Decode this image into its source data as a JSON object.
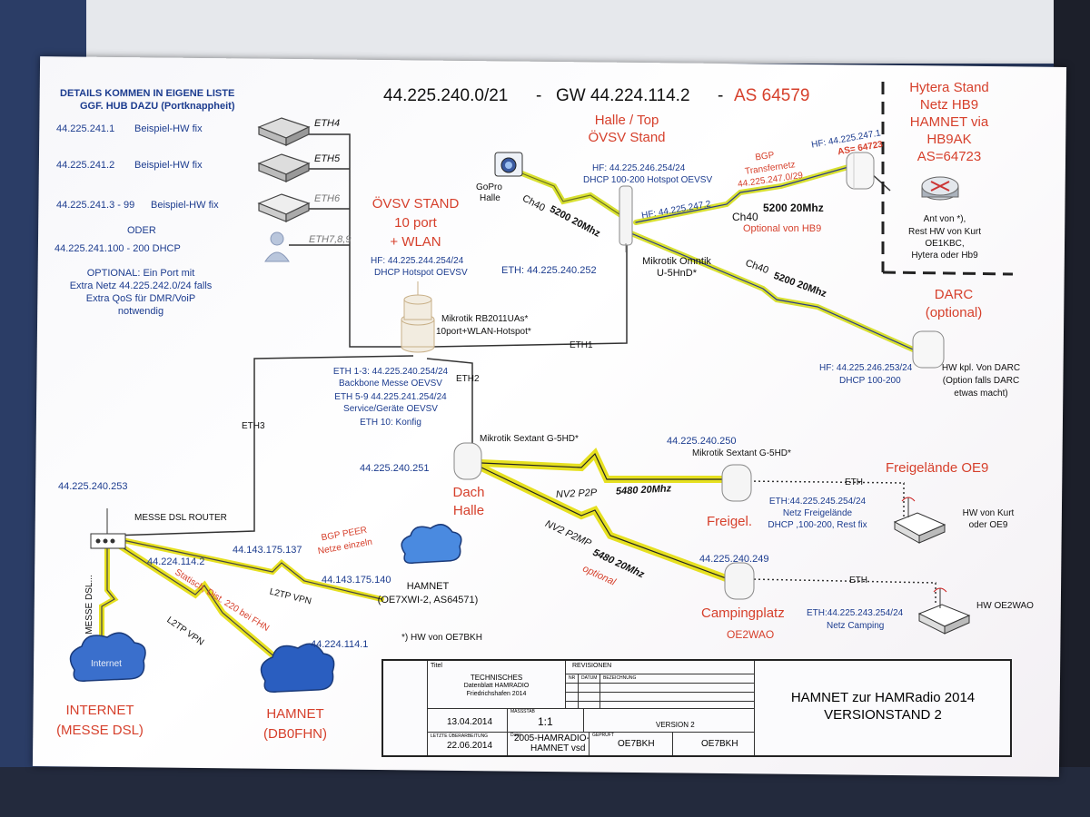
{
  "header": {
    "network": "44.225.240.0/21",
    "sep1": "-",
    "gateway": "GW 44.224.114.2",
    "sep2": "-",
    "as": "AS 64579"
  },
  "details": {
    "line1": "DETAILS KOMMEN IN EIGENE LISTE",
    "line2": "GGF. HUB DAZU (Portknappheit)",
    "items": [
      {
        "ip": "44.225.241.1",
        "desc": "Beispiel-HW  fix"
      },
      {
        "ip": "44.225.241.2",
        "desc": "Beispiel-HW  fix"
      },
      {
        "ip": "44.225.241.3 - 99",
        "desc": "Beispiel-HW fix"
      }
    ],
    "oder": "ODER",
    "dhcp": "44.225.241.100 - 200   DHCP",
    "optional": [
      "OPTIONAL: Ein Port mit",
      "Extra Netz 44.225.242.0/24 falls",
      "Extra QoS für DMR/VoiP",
      "notwendig"
    ]
  },
  "ports": {
    "eth4": "ETH4",
    "eth5": "ETH5",
    "eth6": "ETH6",
    "eth789": "ETH7,8,9",
    "eth1": "ETH1",
    "eth2": "ETH2",
    "eth3": "ETH3"
  },
  "ovsv": {
    "title": [
      "ÖVSV STAND",
      "10 port",
      "+ WLAN"
    ],
    "hf": "HF: 44.225.244.254/24",
    "dhcp": "DHCP Hotspot OEVSV",
    "router": [
      "Mikrotik RB2011UAs*",
      "10port+WLAN-Hotspot*"
    ],
    "eth_info": [
      "ETH 1-3: 44.225.240.254/24",
      "Backbone Messe OEVSV",
      "ETH 5-9 44.225.241.254/24",
      "Service/Geräte OEVSV",
      "ETH 10: Konfig"
    ]
  },
  "halle": {
    "title": [
      "Halle / Top",
      "ÖVSV Stand"
    ],
    "gopro": [
      "GoPro",
      "Halle"
    ],
    "hf": "HF: 44.225.246.254/24",
    "dhcp": "DHCP 100-200 Hotspot OEVSV",
    "link1": "HF: 44.225.247.2",
    "eth": "ETH: 44.225.240.252",
    "omnitik": [
      "Mikrotik Omntik",
      "U-5HnD*"
    ],
    "ch_gopro": "Ch40",
    "ch_gopro_freq": "5200 20Mhz"
  },
  "bgp": {
    "lines": [
      "BGP",
      "Transfernetz",
      "44.225.247.0/29"
    ],
    "hf": "HF: 44.225.247.1",
    "as": "AS= 64723",
    "ch": "Ch40",
    "ch_freq": "5200 20Mhz",
    "optional": "Optional von HB9"
  },
  "hytera": {
    "title": [
      "Hytera Stand",
      "Netz HB9",
      "HAMNET via",
      "HB9AK",
      "AS=64723"
    ],
    "note": [
      "Ant von *),",
      "Rest HW von Kurt",
      "OE1KBC,",
      "Hytera oder Hb9"
    ]
  },
  "darc": {
    "title": [
      "DARC",
      "(optional)"
    ],
    "ch": "Ch40",
    "ch_freq": "5200 20Mhz",
    "hf": "HF: 44.225.246.253/24",
    "dhcp": "DHCP 100-200",
    "note": [
      "HW kpl. Von DARC",
      "(Option falls DARC",
      "etwas macht)"
    ]
  },
  "dach": {
    "device": "Mikrotik Sextant G-5HD*",
    "ip": "44.225.240.251",
    "label": [
      "Dach",
      "Halle"
    ]
  },
  "freigel": {
    "ip": "44.225.240.250",
    "device": "Mikrotik Sextant G-5HD*",
    "label": "Freigel.",
    "title": "Freigelände OE9",
    "eth": "ETH",
    "net": [
      "ETH:44.225.245.254/24",
      "Netz Freigelände",
      "DHCP ,100-200, Rest fix"
    ],
    "hw": [
      "HW von Kurt",
      "oder OE9"
    ],
    "link_type": "NV2  P2P",
    "link_freq": "5480 20Mhz"
  },
  "camping": {
    "ip": "44.225.240.249",
    "label": "Campingplatz",
    "sub": "OE2WAO",
    "eth": "ETH",
    "net": [
      "ETH:44.225.243.254/24",
      "Netz Camping"
    ],
    "hw": "HW OE2WAO",
    "link_type": "NV2  P2MP",
    "link_freq": "5480 20Mhz",
    "optional": "optional"
  },
  "messe": {
    "ip": "44.225.240.253",
    "router": "MESSE DSL ROUTER",
    "dsl": "MESSE DSL...",
    "gw": "44.224.114.2",
    "static": "Statisch, Dist. 220 bei FHN",
    "l2tp": "L2TP VPN"
  },
  "bgppeer": {
    "title": [
      "BGP PEER",
      "Netze einzeln"
    ],
    "ip1": "44.143.175.137",
    "ip2": "44.143.175.140",
    "l2tp": "L2TP VPN",
    "hamnet": [
      "HAMNET",
      "(OE7XWI-2, AS64571)"
    ]
  },
  "internet": {
    "cloud": "Internet",
    "label": [
      "INTERNET",
      "(MESSE DSL)"
    ]
  },
  "dbofhn": {
    "ip": "44.224.114.1",
    "label": [
      "HAMNET",
      "(DB0FHN)"
    ]
  },
  "footnote": "*) HW von OE7BKH",
  "titleblock": {
    "titel_label": "Titel",
    "doc": [
      "TECHNISCHES",
      "Datenblatt HAMRADIO",
      "Friedrichshafen 2014"
    ],
    "revisionen": "REVISIONEN",
    "rev_nr": "NR",
    "rev_datum": "DATUM",
    "rev_bez": "BEZEICHNUNG",
    "date1": "13.04.2014",
    "massstab_label": "MASSSTAB",
    "scale": "1:1",
    "version": "VERSION 2",
    "letzte_label": "LETZTE ÜBERARBEITUNG",
    "date2": "22.06.2014",
    "datei_label": "Datei",
    "file": [
      "2005-HAMRADIO-",
      "HAMNET vsd"
    ],
    "geprueft_label": "GEPRÜFT",
    "checker1": "OE7BKH",
    "checker2": "OE7BKH",
    "main": [
      "HAMNET zur HAMRadio 2014",
      "VERSIONSTAND 2"
    ]
  }
}
